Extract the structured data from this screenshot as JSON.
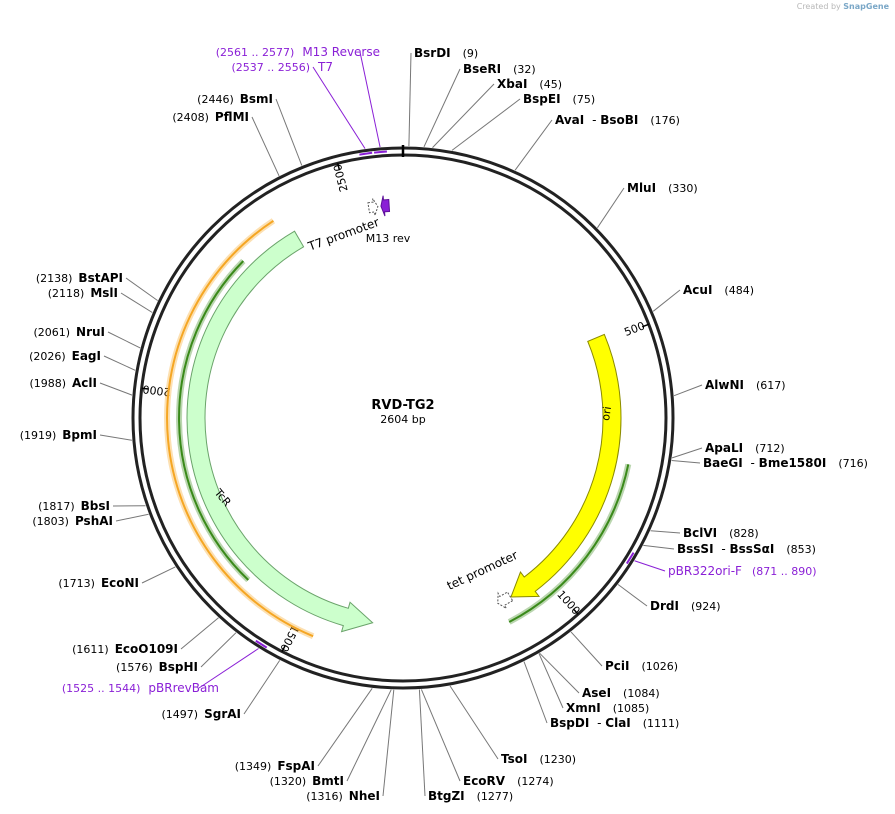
{
  "branding": {
    "created_by": "Created by",
    "product": "SnapGene"
  },
  "plasmid": {
    "name": "RVD-TG2",
    "size_label": "2604 bp",
    "length": 2604
  },
  "ruler_ticks": [
    {
      "pos": 500,
      "label": "500"
    },
    {
      "pos": 1000,
      "label": "1000"
    },
    {
      "pos": 1500,
      "label": "1500"
    },
    {
      "pos": 2000,
      "label": "2000"
    },
    {
      "pos": 2500,
      "label": "2500"
    }
  ],
  "features": [
    {
      "name": "ori",
      "label": "ori",
      "color": "#ffff00",
      "stroke": "#8a8a00",
      "start": 488,
      "end": 1077,
      "direction": "cw"
    },
    {
      "name": "tcr",
      "label": "TcR",
      "color": "#ccffcc",
      "stroke": "#6aa36a",
      "start": 1363,
      "end": 2386,
      "direction": "ccw"
    },
    {
      "name": "tet-promoter",
      "label": "tet promoter",
      "color": "#ffffff",
      "stroke": "#555555",
      "start": 1078,
      "end": 1106,
      "direction": "cw"
    },
    {
      "name": "t7-promoter",
      "label": "T7 promoter",
      "color": "#ffffff",
      "stroke": "#555555",
      "start": 2537,
      "end": 2555,
      "direction": "cw"
    },
    {
      "name": "m13-rev",
      "label": "M13 rev",
      "color": "#8a1fd6",
      "stroke": "#5c0f99",
      "start": 2561,
      "end": 2577,
      "direction": "ccw"
    }
  ],
  "orfs": [
    {
      "name": "orf-outer",
      "start": 1464,
      "end": 2363,
      "color": "#f5a623"
    },
    {
      "name": "orf-inner-left",
      "start": 1618,
      "end": 2275,
      "color": "#3a8a1a"
    },
    {
      "name": "orf-ori-region",
      "start": 735,
      "end": 1103,
      "color": "#3a8a1a"
    }
  ],
  "sites": [
    {
      "name": "BsrDI",
      "pos_label": "(9)",
      "pos": 9
    },
    {
      "name": "BseRI",
      "pos_label": "(32)",
      "pos": 32
    },
    {
      "name": "XbaI",
      "pos_label": "(45)",
      "pos": 45
    },
    {
      "name": "BspEI",
      "pos_label": "(75)",
      "pos": 75
    },
    {
      "name": "AvaI",
      "name2": "BsoBI",
      "pos_label": "(176)",
      "pos": 176
    },
    {
      "name": "MluI",
      "pos_label": "(330)",
      "pos": 330
    },
    {
      "name": "AcuI",
      "pos_label": "(484)",
      "pos": 484
    },
    {
      "name": "AlwNI",
      "pos_label": "(617)",
      "pos": 617
    },
    {
      "name": "ApaLI",
      "pos_label": "(712)",
      "pos": 712
    },
    {
      "name": "BaeGI",
      "name2": "Bme1580I",
      "pos_label": "(716)",
      "pos": 716
    },
    {
      "name": "BclVI",
      "pos_label": "(828)",
      "pos": 828
    },
    {
      "name": "BssSI",
      "name2": "BssSαI",
      "pos_label": "(853)",
      "pos": 853
    },
    {
      "name": "DrdI",
      "pos_label": "(924)",
      "pos": 924
    },
    {
      "name": "PciI",
      "pos_label": "(1026)",
      "pos": 1026
    },
    {
      "name": "AseI",
      "pos_label": "(1084)",
      "pos": 1084
    },
    {
      "name": "XmnI",
      "pos_label": "(1085)",
      "pos": 1085
    },
    {
      "name": "BspDI",
      "name2": "ClaI",
      "pos_label": "(1111)",
      "pos": 1111
    },
    {
      "name": "TsoI",
      "pos_label": "(1230)",
      "pos": 1230
    },
    {
      "name": "EcoRV",
      "pos_label": "(1274)",
      "pos": 1274
    },
    {
      "name": "BtgZI",
      "pos_label": "(1277)",
      "pos": 1277
    },
    {
      "name": "NheI",
      "pos_label": "(1316)",
      "pos": 1316
    },
    {
      "name": "BmtI",
      "pos_label": "(1320)",
      "pos": 1320
    },
    {
      "name": "FspAI",
      "pos_label": "(1349)",
      "pos": 1349
    },
    {
      "name": "SgrAI",
      "pos_label": "(1497)",
      "pos": 1497
    },
    {
      "name": "BspHI",
      "pos_label": "(1576)",
      "pos": 1576
    },
    {
      "name": "EcoO109I",
      "pos_label": "(1611)",
      "pos": 1611
    },
    {
      "name": "EcoNI",
      "pos_label": "(1713)",
      "pos": 1713
    },
    {
      "name": "PshAI",
      "pos_label": "(1803)",
      "pos": 1803
    },
    {
      "name": "BbsI",
      "pos_label": "(1817)",
      "pos": 1817
    },
    {
      "name": "BpmI",
      "pos_label": "(1919)",
      "pos": 1919
    },
    {
      "name": "AclI",
      "pos_label": "(1988)",
      "pos": 1988
    },
    {
      "name": "EagI",
      "pos_label": "(2026)",
      "pos": 2026
    },
    {
      "name": "NruI",
      "pos_label": "(2061)",
      "pos": 2061
    },
    {
      "name": "MslI",
      "pos_label": "(2118)",
      "pos": 2118
    },
    {
      "name": "BstAPI",
      "pos_label": "(2138)",
      "pos": 2138
    },
    {
      "name": "PflMI",
      "pos_label": "(2408)",
      "pos": 2408
    },
    {
      "name": "BsmI",
      "pos_label": "(2446)",
      "pos": 2446
    }
  ],
  "primers": [
    {
      "name": "M13 Reverse",
      "range_label": "(2561 .. 2577)",
      "pos": 2569
    },
    {
      "name": "T7",
      "range_label": "(2537 .. 2556)",
      "pos": 2546
    },
    {
      "name": "pBR322ori-F",
      "range_label": "(871 .. 890)",
      "pos": 880
    },
    {
      "name": "pBRrevBam",
      "range_label": "(1525 .. 1544)",
      "pos": 1534
    }
  ]
}
